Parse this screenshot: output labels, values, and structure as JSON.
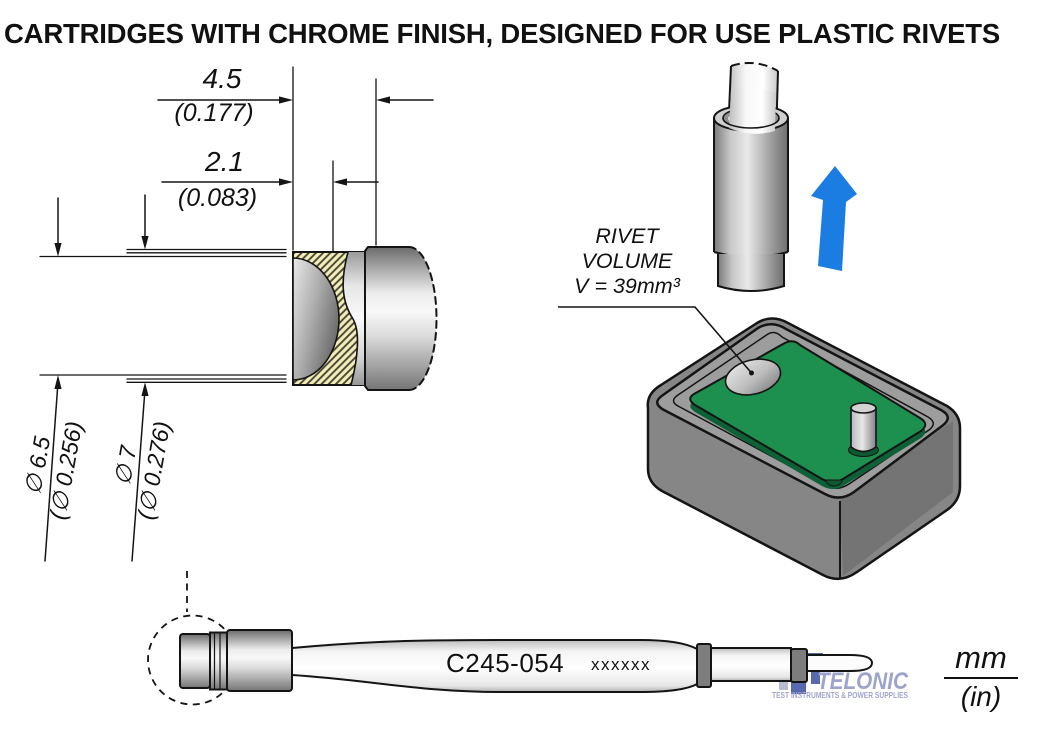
{
  "title": "CARTRIDGES WITH CHROME FINISH, DESIGNED FOR USE PLASTIC RIVETS",
  "section_view": {
    "dim_length_mm": "4.5",
    "dim_length_in": "(0.177)",
    "dim_depth_mm": "2.1",
    "dim_depth_in": "(0.083)",
    "dia_inner_mm": "∅ 6.5",
    "dia_inner_in": "(∅ 0.256)",
    "dia_outer_mm": "∅ 7",
    "dia_outer_in": "(∅ 0.276)"
  },
  "rivet_note": {
    "line1": "RIVET",
    "line2": "VOLUME",
    "line3": "V = 39mm³"
  },
  "cartridge": {
    "part_number": "C245-054",
    "marking": "xxxxxx"
  },
  "units": {
    "metric": "mm",
    "imperial": "(in)"
  },
  "watermark": {
    "name": "TELONIC",
    "tagline": "TEST INSTRUMENTS & POWER SUPPLIES"
  },
  "colors": {
    "arrow_blue": "#1b7ce2",
    "board_green": "#1d8f4e",
    "board_green_dark": "#0d6136",
    "hatch_bg": "#f4eeb4",
    "hatch_line": "#45453d",
    "watermark_blue": "#8d95c2",
    "icon_blue": "#3d4fa1"
  }
}
